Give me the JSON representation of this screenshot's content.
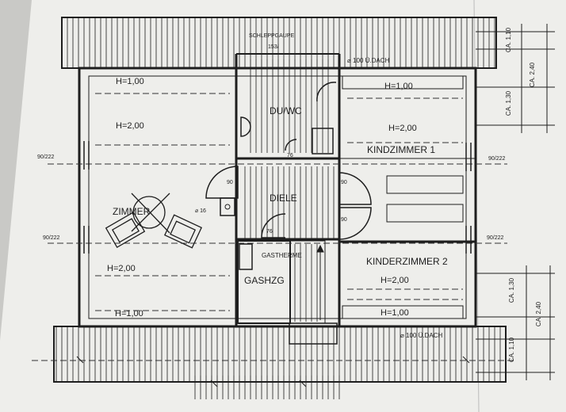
{
  "labels": {
    "schleppgaupe": "SCHLEPPGAUPE",
    "schlepp_dim": "153/",
    "dach_top": "⌀ 100 Ü.DACH",
    "dach_bottom": "⌀ 100 Ü.DACH",
    "ca_110_top": "CA. 1,10",
    "ca_240_top": "CA. 2,40",
    "ca_130_top": "CA. 1,30",
    "ca_130_bottom": "CA. 1,30",
    "ca_240_bottom": "CA. 2,40",
    "ca_110_bottom": "CA. 1,10",
    "h100_zimmer_top": "H=1,00",
    "h200_zimmer_top": "H=2,00",
    "h200_zimmer_bottom": "H=2,00",
    "h100_zimmer_bottom": "H=1,00",
    "h100_k1": "H=1,00",
    "h200_k1": "H=2,00",
    "h200_k2": "H=2,00",
    "h100_k2": "H=1,00",
    "duwc": "DU/WC",
    "diele": "DIELE",
    "zimmer": "ZIMMER",
    "kind1": "KINDZIMMER 1",
    "kind2": "KINDERZIMMER 2",
    "gastherme": "GASTHERME",
    "gashzg": "GASHZG",
    "ft_90_222_l1": "90/222",
    "ft_90_222_l2": "90/222",
    "ft_90_222_r1": "90/222",
    "ft_90_222_r2": "90/222",
    "d90_a": "90",
    "d90_b": "90",
    "d90_c": "90",
    "d76_a": "76",
    "d76_b": "76",
    "d16": "⌀ 16"
  }
}
